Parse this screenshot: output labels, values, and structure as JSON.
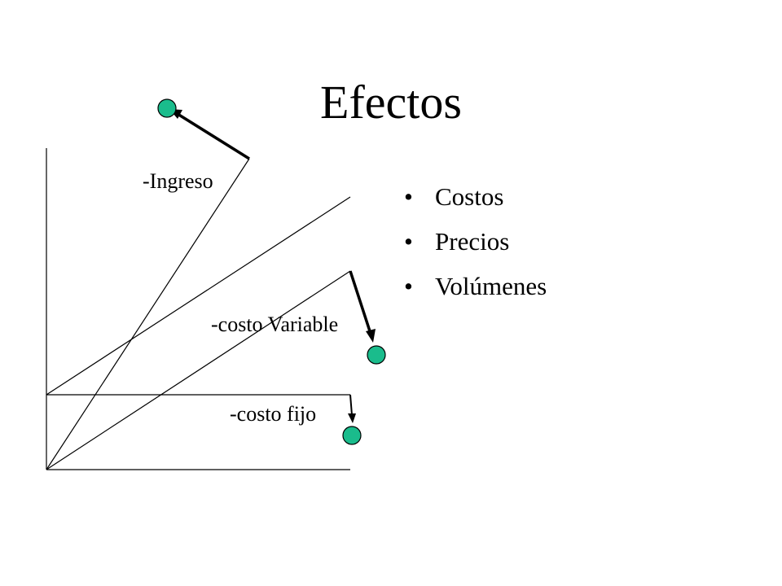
{
  "slide": {
    "title": "Efectos",
    "bullets": [
      {
        "label": "Costos"
      },
      {
        "label": "Precios"
      },
      {
        "label": "Volúmenes"
      }
    ],
    "bullet_symbol": "•"
  },
  "diagram": {
    "labels": {
      "ingreso": "-Ingreso",
      "costo_variable": "-costo Variable",
      "costo_fijo": "-costo fijo"
    },
    "marker_color": "#1abc8c",
    "marker_outline": "#000000",
    "line_color": "#000000"
  }
}
